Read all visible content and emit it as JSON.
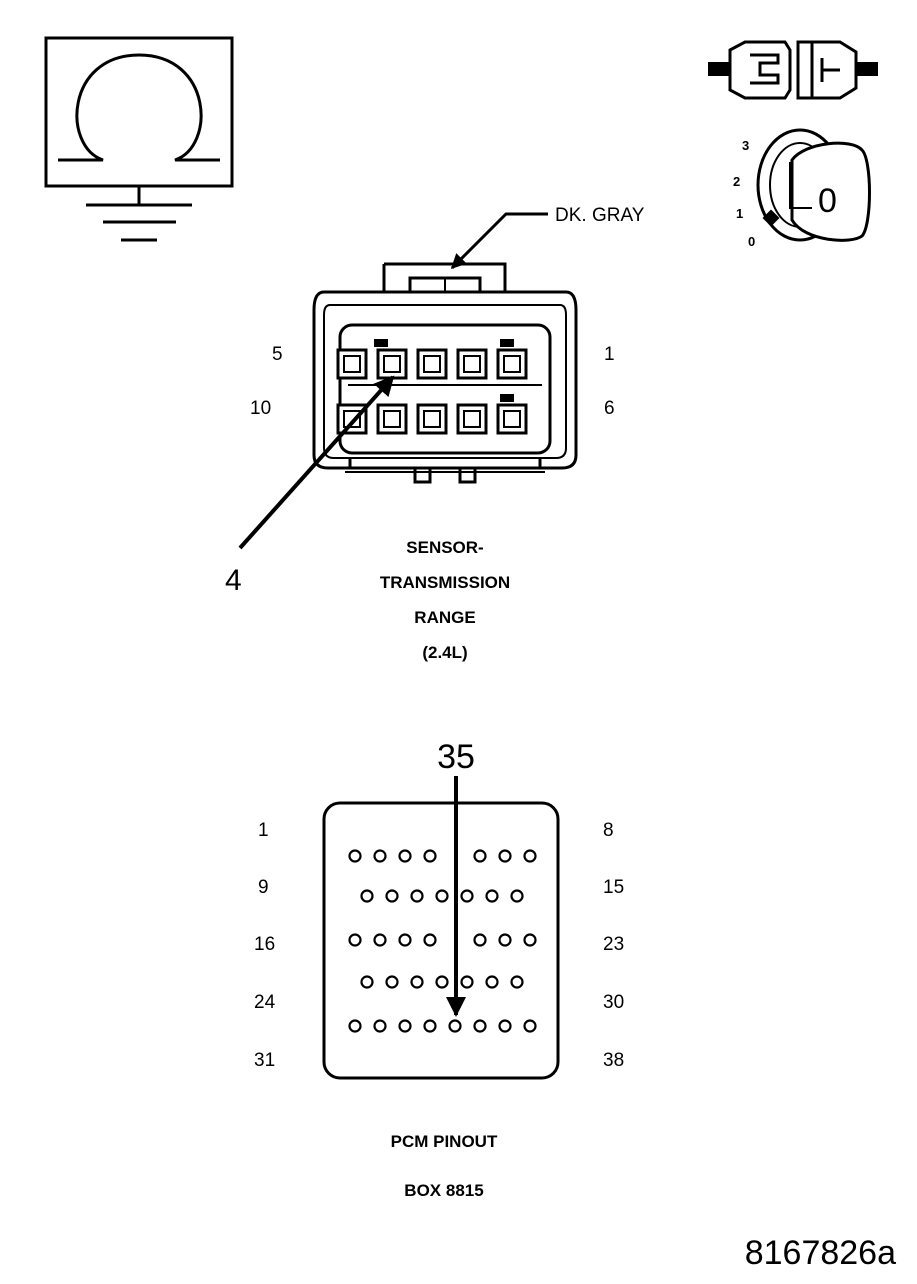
{
  "meter": {
    "symbol": "Ω"
  },
  "ignition": {
    "positions": [
      "3",
      "2",
      "1",
      "0"
    ],
    "key_label": "0"
  },
  "sensor": {
    "wire_color": "DK. GRAY",
    "pin_labels": {
      "top_left": "5",
      "top_right": "1",
      "bottom_left": "10",
      "bottom_right": "6"
    },
    "callout_pin": "4",
    "caption": [
      "SENSOR-",
      "TRANSMISSION",
      "RANGE",
      "(2.4L)"
    ]
  },
  "pcm": {
    "callout_pin": "35",
    "left_labels": [
      "1",
      "9",
      "16",
      "24",
      "31"
    ],
    "right_labels": [
      "8",
      "15",
      "23",
      "30",
      "38"
    ],
    "caption": [
      "PCM PINOUT",
      "BOX 8815"
    ]
  },
  "figure_id": "8167826a"
}
